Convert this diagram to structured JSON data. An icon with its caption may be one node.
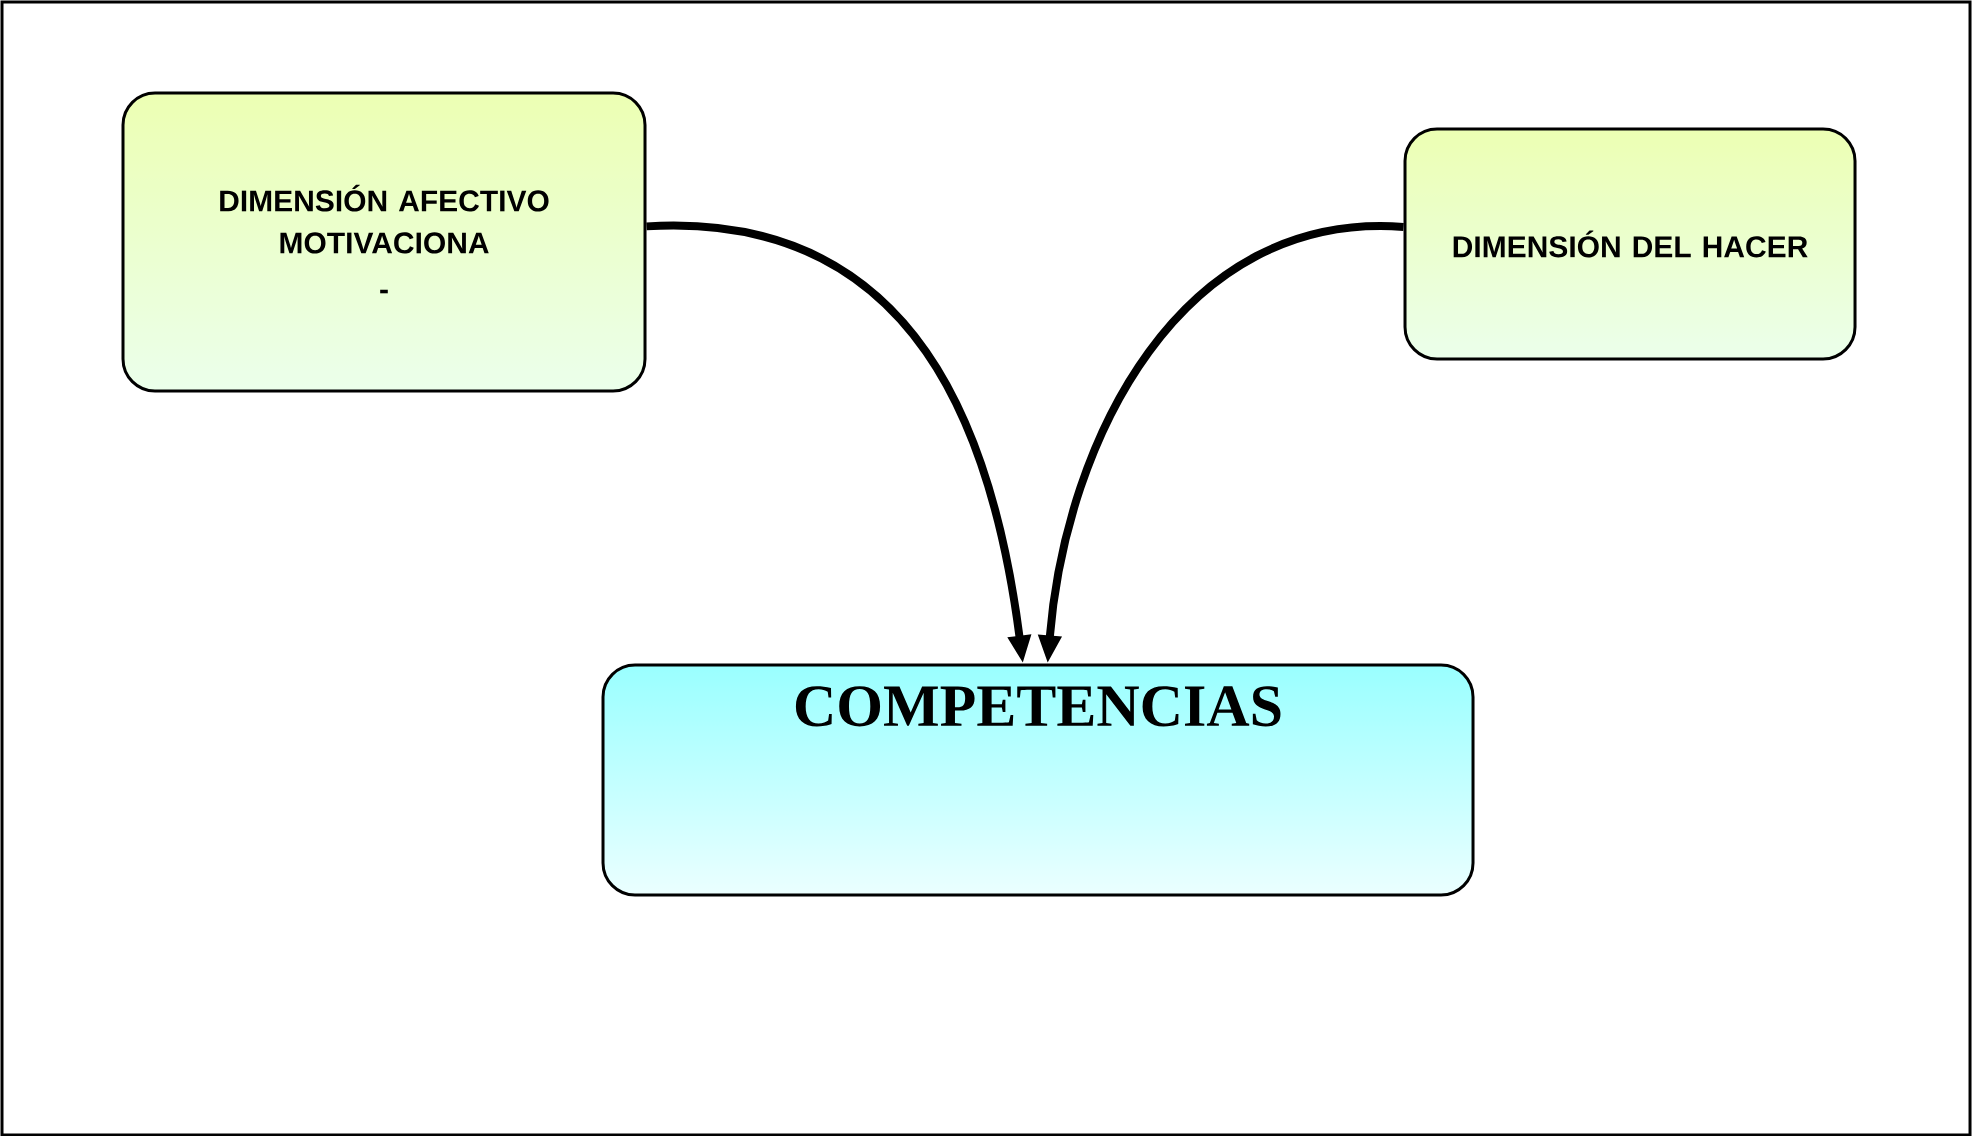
{
  "diagram": {
    "nodes": [
      {
        "text": [
          "DIMENSIÓN AFECTIVO MOTIVACIONA",
          "-"
        ]
      },
      {
        "text": [
          "DIMENSIÓN DEL HACER"
        ]
      },
      {
        "text": [
          "COMPETENCIAS"
        ]
      }
    ],
    "edges": [
      {
        "from": 0,
        "to": 2,
        "arrow": "to"
      },
      {
        "from": 1,
        "to": 2,
        "arrow": "to"
      }
    ]
  }
}
